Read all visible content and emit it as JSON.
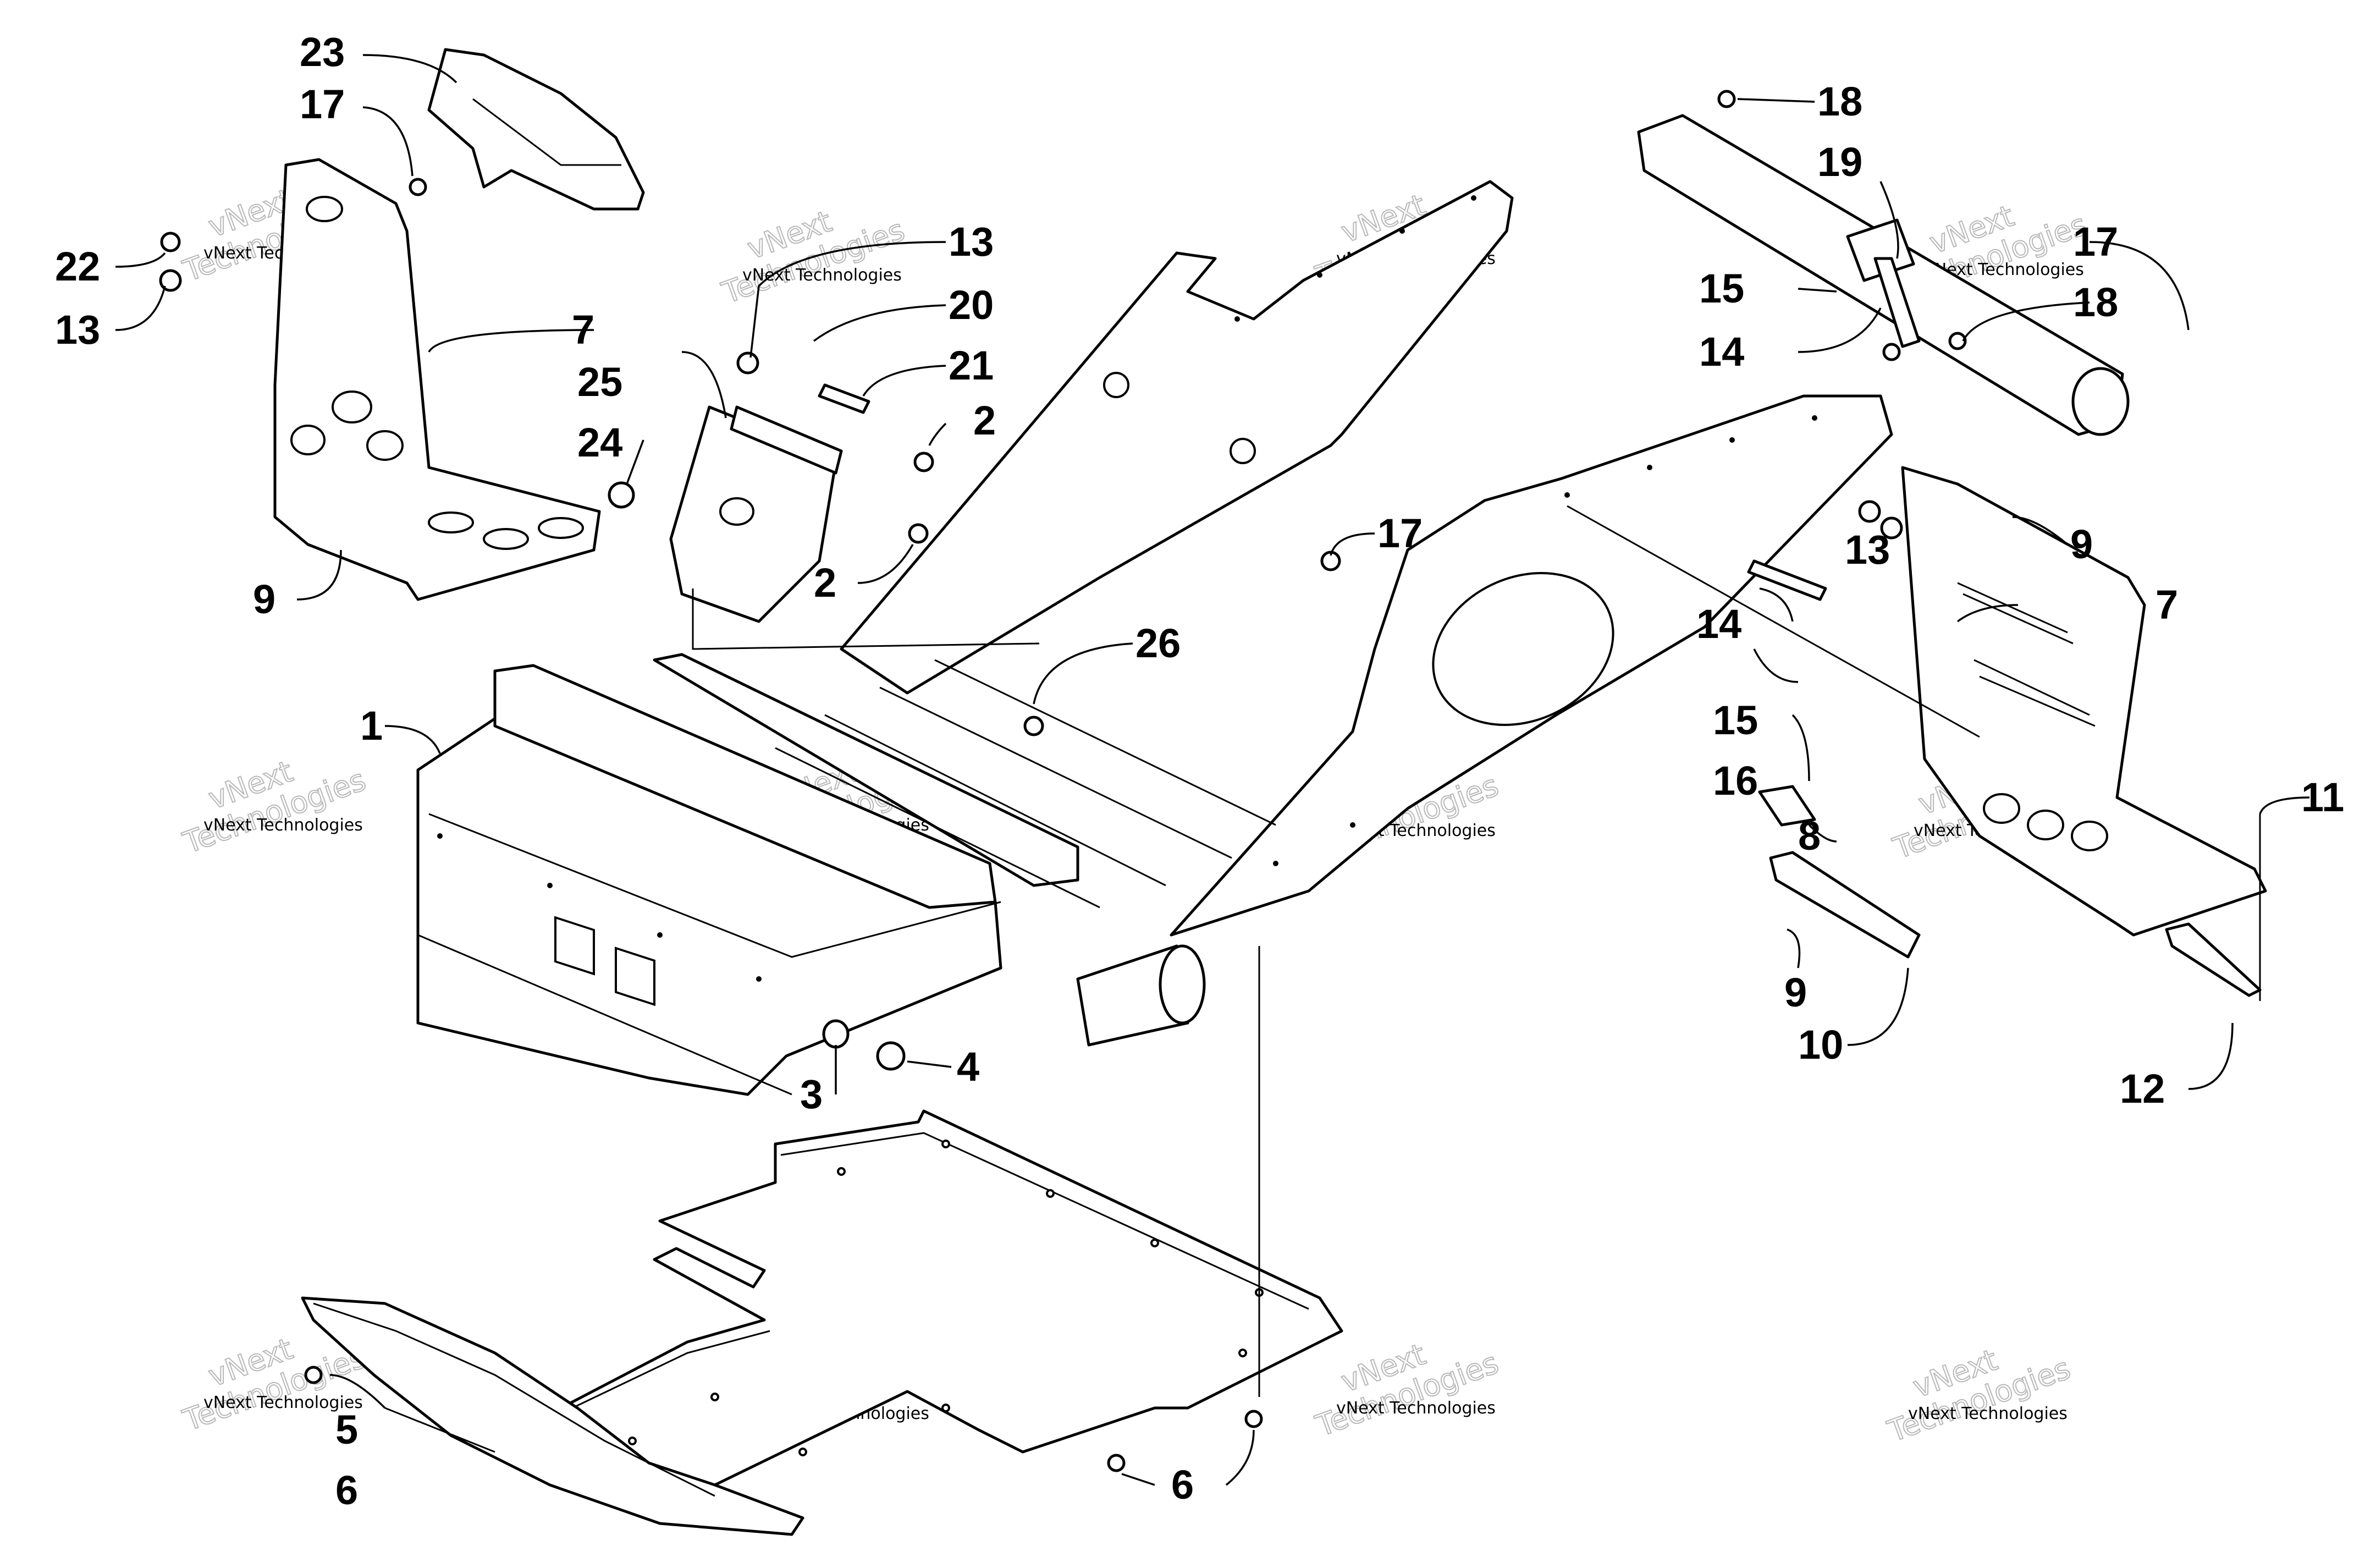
{
  "callouts": {
    "c1": "1",
    "c2a": "2",
    "c2b": "2",
    "c3": "3",
    "c4": "4",
    "c5": "5",
    "c6a": "6",
    "c6b": "6",
    "c7a": "7",
    "c7b": "7",
    "c8": "8",
    "c9a": "9",
    "c9b": "9",
    "c9c": "9",
    "c10": "10",
    "c11": "11",
    "c12": "12",
    "c13a": "13",
    "c13b": "13",
    "c13c": "13",
    "c14a": "14",
    "c14b": "14",
    "c15a": "15",
    "c15b": "15",
    "c16": "16",
    "c17a": "17",
    "c17b": "17",
    "c17c": "17",
    "c18a": "18",
    "c18b": "18",
    "c19": "19",
    "c20": "20",
    "c21": "21",
    "c22": "22",
    "c23": "23",
    "c24": "24",
    "c25": "25",
    "c26": "26"
  },
  "watermark": {
    "small": "vNext Technologies",
    "large_top": "vNext",
    "large_bottom": "Technologies"
  },
  "colors": {
    "line": "#000000",
    "background": "#ffffff",
    "watermark": "#b8b8b8"
  }
}
